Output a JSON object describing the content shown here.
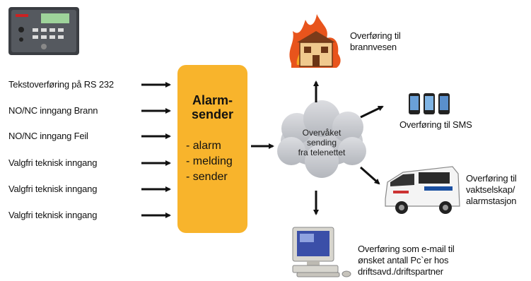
{
  "inputs": [
    "Tekstoverføring på RS 232",
    "NO/NC inngang Brann",
    "NO/NC inngang Feil",
    "Valgfri teknisk inngang",
    "Valgfri teknisk inngang",
    "Valgfri teknisk inngang"
  ],
  "sender": {
    "title_line1": "Alarm-",
    "title_line2": "sender",
    "items": [
      "- alarm",
      "- melding",
      "- sender"
    ]
  },
  "network": {
    "line1": "Overvåket",
    "line2": "sending",
    "line3": "fra telenettet"
  },
  "destinations": {
    "fire": {
      "line1": "Overføring til",
      "line2": "brannvesen"
    },
    "sms": {
      "line1": "Overføring til SMS"
    },
    "security": {
      "line1": "Overføring til",
      "line2": "vaktselskap/",
      "line3": "alarmstasjon"
    },
    "email": {
      "line1": "Overføring som e-mail til",
      "line2": "ønsket antall Pc`er hos",
      "line3": "driftsavd./driftspartner"
    }
  },
  "colors": {
    "sender_box": "#f8b42c",
    "cloud": "#c9cbd0",
    "arrow": "#111111",
    "fire": "#e8541c"
  }
}
